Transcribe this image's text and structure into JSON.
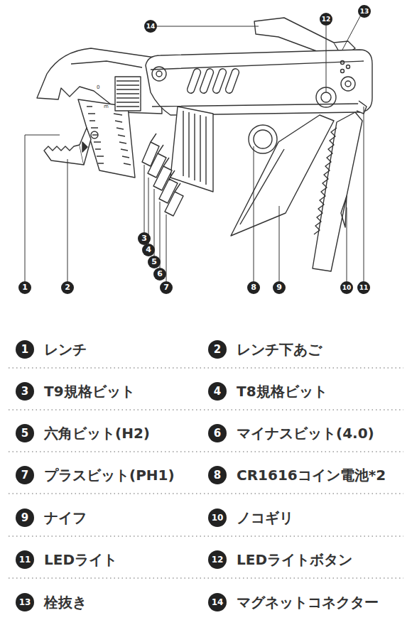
{
  "diagram": {
    "nodes": [
      {
        "text": [
          "13"
        ]
      },
      {
        "text": [
          "12"
        ]
      },
      {
        "text": [
          "14"
        ]
      },
      {
        "text": [
          "3"
        ]
      },
      {
        "text": [
          "4"
        ]
      },
      {
        "text": [
          "5"
        ]
      },
      {
        "text": [
          "6"
        ]
      },
      {
        "text": [
          "1"
        ]
      },
      {
        "text": [
          "2"
        ]
      },
      {
        "text": [
          "7"
        ]
      },
      {
        "text": [
          "8"
        ]
      },
      {
        "text": [
          "9"
        ]
      },
      {
        "text": [
          "10"
        ]
      },
      {
        "text": [
          "11"
        ]
      },
      {
        "text": [
          "1",
          "レンチ"
        ]
      },
      {
        "text": [
          "2",
          "レンチ下あご"
        ]
      },
      {
        "text": [
          "3",
          "T9規格ビット"
        ]
      },
      {
        "text": [
          "4",
          "T8規格ビット"
        ]
      },
      {
        "text": [
          "5",
          "六角ビット(H2)"
        ]
      },
      {
        "text": [
          "6",
          "マイナスビット(4.0)"
        ]
      },
      {
        "text": [
          "7",
          "プラスビット(PH1)"
        ]
      },
      {
        "text": [
          "8",
          "CR1616コイン電池*2"
        ]
      },
      {
        "text": [
          "9",
          "ナイフ"
        ]
      },
      {
        "text": [
          "10",
          "ノコギリ"
        ]
      },
      {
        "text": [
          "11",
          "LEDライト"
        ]
      },
      {
        "text": [
          "12",
          "LEDライトボタン"
        ]
      },
      {
        "text": [
          "13",
          "栓抜き"
        ]
      },
      {
        "text": [
          "14",
          "マグネットコネクター"
        ]
      }
    ]
  }
}
